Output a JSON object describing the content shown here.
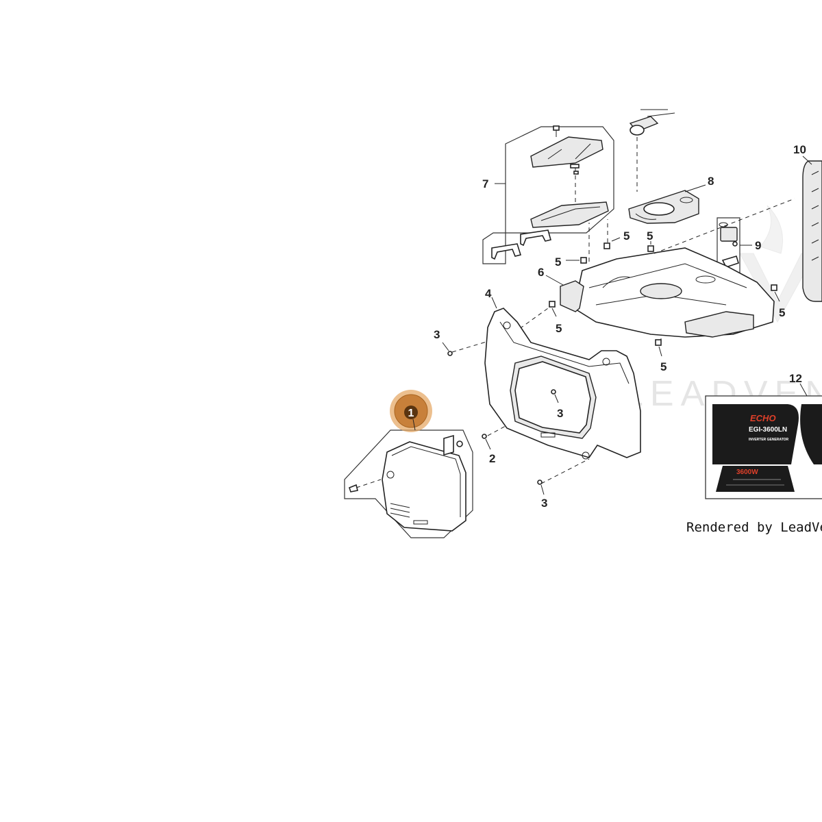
{
  "callouts": {
    "c1": "1",
    "c2": "2",
    "c3a": "3",
    "c3b": "3",
    "c3c": "3",
    "c4": "4",
    "c5a": "5",
    "c5b": "5",
    "c5c": "5",
    "c5d": "5",
    "c5e": "5",
    "c5f": "5",
    "c6": "6",
    "c7": "7",
    "c8": "8",
    "c9": "9",
    "c10": "10",
    "c12": "12"
  },
  "decal": {
    "brand": "ECHO",
    "model": "EGI-3600LN",
    "subtitle": "INVERTER GENERATOR",
    "wattage": "3600W"
  },
  "watermark": "LEADVENT",
  "footer": "Rendered by LeadVentur",
  "colors": {
    "highlight_fill": "#C8803A",
    "highlight_ring": "#E4A45E",
    "highlight_text": "#ffffff",
    "decal_bg": "#1b1b1b",
    "decal_accent": "#E0402A"
  }
}
